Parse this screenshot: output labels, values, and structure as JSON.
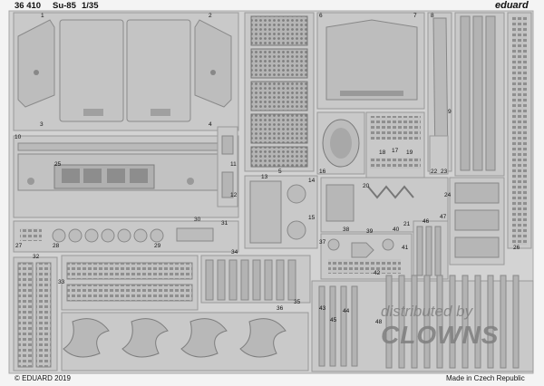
{
  "sheet": {
    "brand": "eduard",
    "kit_number": "36 410",
    "model": "Su-85",
    "scale": "1/35",
    "copyright": "© EDUARD 2019",
    "origin": "Made in Czech Republic",
    "watermark_line1": "distributed by",
    "watermark_line2": "CLOWNS"
  },
  "part_numbers": [
    "1",
    "2",
    "3",
    "4",
    "5",
    "6",
    "7",
    "8",
    "9",
    "10",
    "11",
    "12",
    "13",
    "14",
    "15",
    "16",
    "17",
    "18",
    "19",
    "20",
    "21",
    "22",
    "23",
    "24",
    "25",
    "26",
    "27",
    "28",
    "29",
    "30",
    "31",
    "32",
    "33",
    "34",
    "35",
    "36",
    "37",
    "38",
    "39",
    "40",
    "41",
    "42",
    "43",
    "44",
    "45",
    "46",
    "47",
    "48"
  ],
  "colors": {
    "fret": "#c9c9c9",
    "fret_dark": "#9a9a9a",
    "part": "#bdbdbd",
    "background": "#f4f4f4",
    "watermark": "#8c8c8c"
  }
}
